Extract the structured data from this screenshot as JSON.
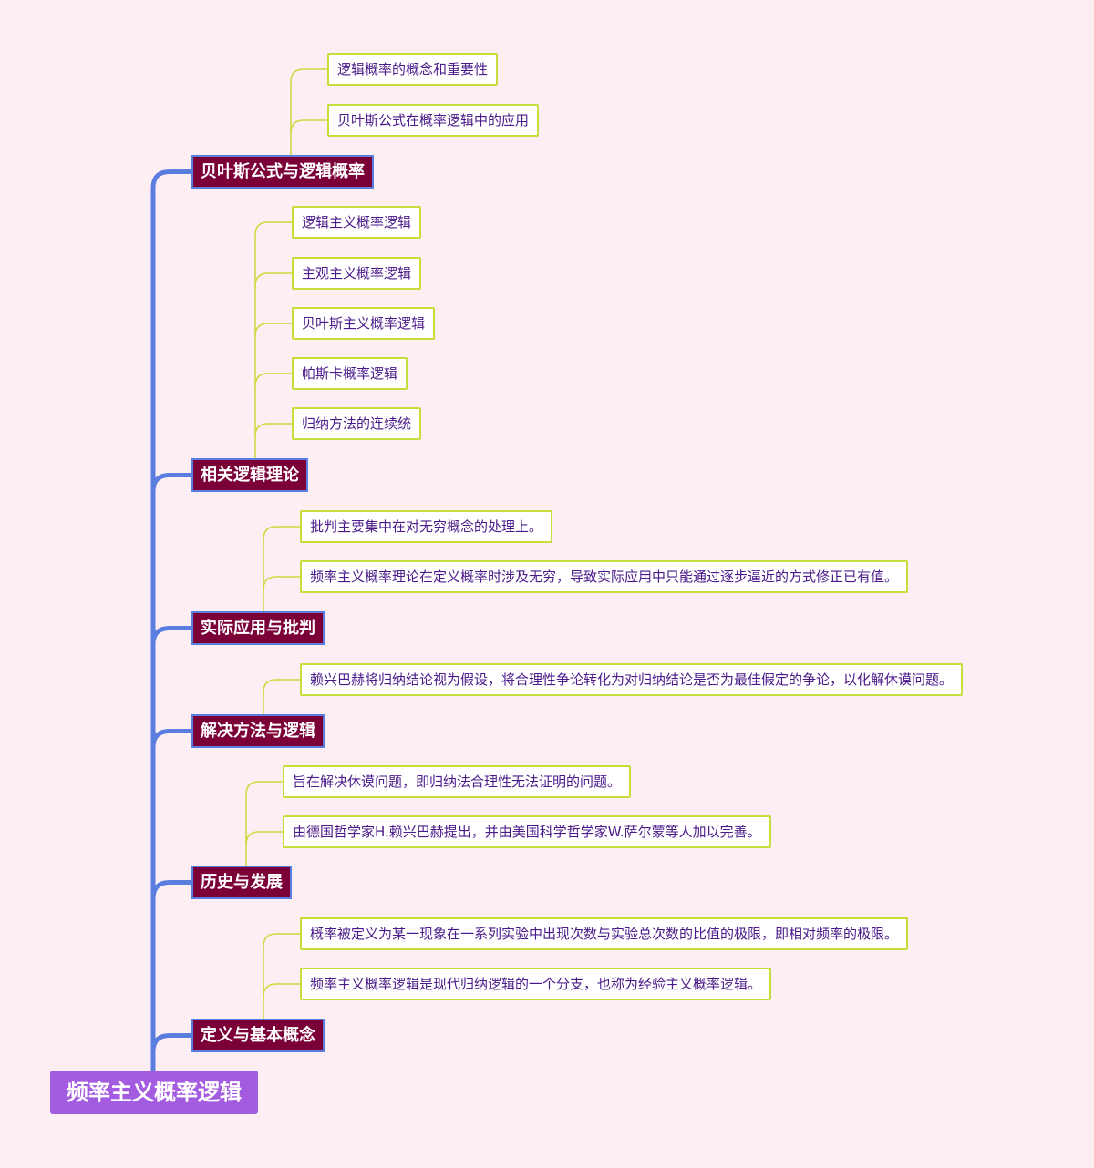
{
  "root": {
    "label": "频率主义概率逻辑"
  },
  "branches": [
    {
      "label": "贝叶斯公式与逻辑概率",
      "children": [
        "逻辑概率的概念和重要性",
        "贝叶斯公式在概率逻辑中的应用"
      ]
    },
    {
      "label": "相关逻辑理论",
      "children": [
        "逻辑主义概率逻辑",
        "主观主义概率逻辑",
        "贝叶斯主义概率逻辑",
        "帕斯卡概率逻辑",
        "归纳方法的连续统"
      ]
    },
    {
      "label": "实际应用与批判",
      "children": [
        "批判主要集中在对无穷概念的处理上。",
        "频率主义概率理论在定义概率时涉及无穷，导致实际应用中只能通过逐步逼近的方式修正已有值。"
      ]
    },
    {
      "label": "解决方法与逻辑",
      "children": [
        "赖兴巴赫将归纳结论视为假设，将合理性争论转化为对归纳结论是否为最佳假定的争论，以化解休谟问题。"
      ]
    },
    {
      "label": "历史与发展",
      "children": [
        "旨在解决休谟问题，即归纳法合理性无法证明的问题。",
        "由德国哲学家H.赖兴巴赫提出，并由美国科学哲学家W.萨尔蒙等人加以完善。"
      ]
    },
    {
      "label": "定义与基本概念",
      "children": [
        "概率被定义为某一现象在一系列实验中出现次数与实验总次数的比值的极限，即相对频率的极限。",
        "频率主义概率逻辑是现代归纳逻辑的一个分支，也称为经验主义概率逻辑。"
      ]
    }
  ],
  "colors": {
    "background": "#fdeef4",
    "root_fill": "#a35be0",
    "branch_fill": "#7b0038",
    "branch_border": "#5a7de0",
    "trunk_line": "#5a7de0",
    "leaf_border": "#c8dc3c",
    "leaf_line": "#c8dc3c",
    "leaf_text": "#4a1a8a"
  }
}
